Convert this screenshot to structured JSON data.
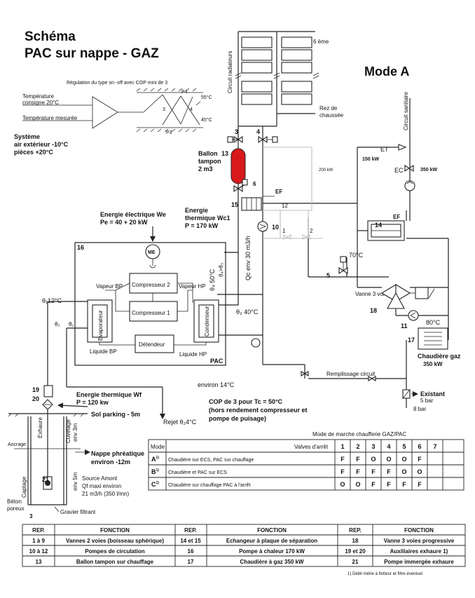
{
  "title": {
    "line1": "Schéma",
    "line2": "PAC sur nappe - GAZ"
  },
  "mode": "Mode A",
  "regulation": {
    "caption": "Régulation du type on -off avec COP mini de 3",
    "temp_consigne_1": "Température",
    "temp_consigne_2": "consigne 20°C",
    "temp_mesuree": "Température mesurée",
    "p3": "P3",
    "p4": "P4",
    "n3": "3",
    "n4": "4",
    "t55": "55°C",
    "t45": "45°C"
  },
  "systeme": {
    "l1": "Système",
    "l2": "air extérieur -10°C",
    "l3": "pièces +20°C"
  },
  "circuit_radiateurs": "Circuit radiateurs",
  "etage_6": "6 ème",
  "rez": {
    "l1": "Rez de",
    "l2": "chaussée"
  },
  "ballon": {
    "l1": "Ballon",
    "l2": "tampon",
    "l3": "2 m3",
    "num": "13"
  },
  "circuit_sanitaire": "Circuit sanitaire",
  "et": "ET",
  "ec": "EC",
  "et_kw": "150 kW",
  "ec_kw": "350 kW",
  "kw200": "200 kW",
  "labels": {
    "n3": "3",
    "n4": "4",
    "n6": "6",
    "n15": "15",
    "n10": "10",
    "n12": "12",
    "n1": "1",
    "n2": "2",
    "n14": "14",
    "n5": "5",
    "n18": "18",
    "n11": "11",
    "n17": "17",
    "n16": "16",
    "n19": "19",
    "n20": "20",
    "n21": "21",
    "n3b": "3",
    "ef1": "EF",
    "ef2": "EF"
  },
  "energie_elec": {
    "l1": "Energie électrique We",
    "l2": "Pe = 40 + 20 kW"
  },
  "energie_therm_wc": {
    "l1": "Energie",
    "l2": "thermique Wc1",
    "l3": "P = 170 kW"
  },
  "pac": {
    "me": "ME",
    "comp2": "Compresseur 2",
    "comp1": "Compresseur 1",
    "vapeur_bp": "Vapeur BP",
    "vapeur_hp": "Vapeur HP",
    "evaporateur": "Evaporateur",
    "condenseur": "Condenseur",
    "detendeur": "Détendeur",
    "liquide_bp": "Liquide BP",
    "liquide_hp": "Liquide HP",
    "pac": "PAC",
    "theta12": "θ₁12°C",
    "theta2": "θ₂",
    "theta1": "θ₁",
    "theta4_50": "θ₄ 50°C",
    "theta3_40": "θ₃ 40°C",
    "theta4_3": "θ₄>θ₃",
    "qc": "Qc env 30 m3/h"
  },
  "t70": "70°C",
  "t80": "80°C",
  "vanne3v": "Vanne 3 voies",
  "chaudiere": {
    "l1": "Chaudière gaz",
    "l2": "350 kW"
  },
  "remplissage": "Remplissage circuit",
  "existant": {
    "l1": "Existant",
    "l2": "5 bar",
    "l3": "8 bar"
  },
  "environ14": "environ 14°C",
  "cop": {
    "l1": "COP de 3 pour Tc = 50°C",
    "l2": "(hors rendement compresseur et",
    "l3": "pompe de puisage)"
  },
  "energie_wf": {
    "l1": "Energie thermique Wf",
    "l2": "P = 120 kw"
  },
  "sol": "Sol parking - 5m",
  "rejet": "Rejet θ₂4°C",
  "puits": {
    "exhaure": "Exhaure",
    "cuvelage": "Cuvelage",
    "env3m": "env 3m",
    "ancrage": "Ancrage",
    "captage": "Captage",
    "env5m": "env 5m",
    "beton1": "Béton",
    "beton2": "poreux",
    "gravier": "Gravier filtrant"
  },
  "nappe": {
    "l1": "Nappe phréatique",
    "l2": "environ -12m"
  },
  "source": {
    "l1": "Source Amont",
    "l2": "Qf  maxi environ",
    "l3": "21 m3/h (350 l/mn)"
  },
  "mode_table": {
    "caption": "Mode de marche chaufferie GAZ/PAC",
    "head_mode": "Mode",
    "head_valves": "Valves d'arrêt",
    "cols": [
      "1",
      "2",
      "3",
      "4",
      "5",
      "6",
      "7"
    ],
    "rows": [
      {
        "mode": "A",
        "sup": "1)",
        "desc": "Chaudière sur ECS, PAC sur chauffage",
        "vals": [
          "F",
          "F",
          "O",
          "O",
          "O",
          "F",
          ""
        ]
      },
      {
        "mode": "B",
        "sup": "1)",
        "desc": "Chaudière et PAC sur ECS",
        "vals": [
          "F",
          "F",
          "F",
          "F",
          "O",
          "O",
          ""
        ]
      },
      {
        "mode": "C",
        "sup": "1)",
        "desc": "Chaudière sur chauffage PAC à l'arrêt",
        "vals": [
          "O",
          "O",
          "F",
          "F",
          "F",
          "F",
          ""
        ]
      }
    ]
  },
  "legend": {
    "h_rep": "REP.",
    "h_fonction": "FONCTION",
    "rows": [
      [
        "1 à 9",
        "Vannes 2 voies (boisseau sphérique)",
        "14 et 15",
        "Echangeur à plaque de séparation",
        "18",
        "Vanne 3 voies progressive"
      ],
      [
        "10 à 12",
        "Pompes de circulation",
        "16",
        "Pompe à chaleur 170 kW",
        "19 et 20",
        "Auxiliaires exhaure 1)"
      ],
      [
        "13",
        "Ballon tampon sur chauffage",
        "17",
        "Chaudière à gaz 350 kW",
        "21",
        "Pompe immergée exhaure"
      ]
    ],
    "footnote": "1) Débit mètre à flotteur et filtre éventuel"
  }
}
